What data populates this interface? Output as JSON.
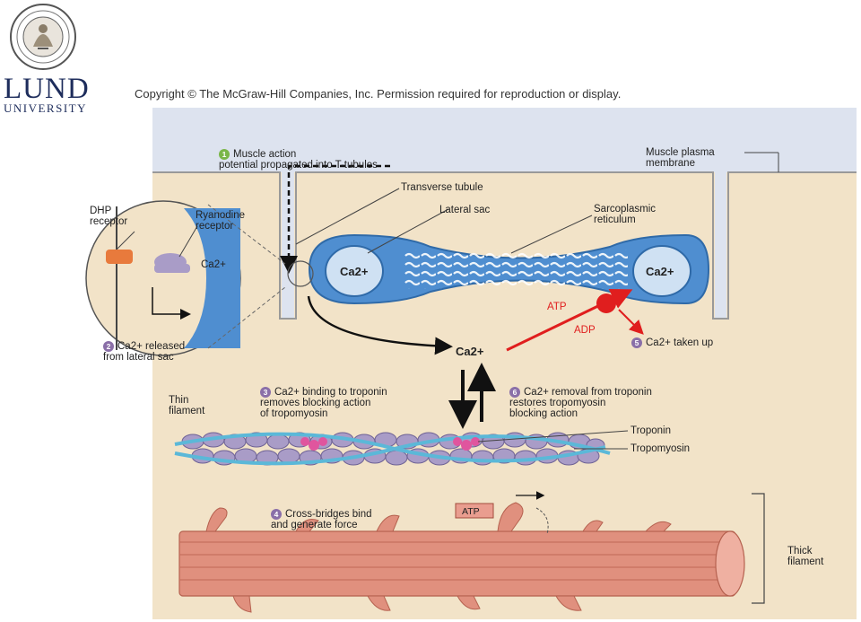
{
  "logo": {
    "word1": "LUND",
    "word2": "UNIVERSITY"
  },
  "copyright": "Copyright © The McGraw-Hill Companies, Inc. Permission required for reproduction or display.",
  "steps": {
    "s1": {
      "num": "1",
      "text": "Muscle action\npotential propagated into T-tubules"
    },
    "s2": {
      "num": "2",
      "text": "Ca2+ released\nfrom lateral sac"
    },
    "s3": {
      "num": "3",
      "text": "Ca2+ binding to troponin\nremoves blocking action\nof tropomyosin"
    },
    "s4": {
      "num": "4",
      "text": "Cross-bridges bind\nand generate force"
    },
    "s5": {
      "num": "5",
      "text": "Ca2+ taken up"
    },
    "s6": {
      "num": "6",
      "text": "Ca2+ removal from troponin\nrestores tropomyosin\nblocking action"
    }
  },
  "labels": {
    "muscle_membrane": "Muscle plasma\nmembrane",
    "transverse_tubule": "Transverse tubule",
    "lateral_sac": "Lateral sac",
    "sarcoplasmic": "Sarcoplasmic\nreticulum",
    "dhp": "DHP\nreceptor",
    "ryanodine": "Ryanodine\nreceptor",
    "thin_filament": "Thin\nfilament",
    "troponin": "Troponin",
    "tropomyosin": "Tropomyosin",
    "thick_filament": "Thick\nfilament",
    "atp1": "ATP",
    "adp": "ADP",
    "atp2": "ATP",
    "ca_main": "Ca2+",
    "ca_left": "Ca2+",
    "ca_right": "Ca2+",
    "ca_inset": "Ca2+"
  },
  "colors": {
    "cytoplasm": "#f2e3c8",
    "extracellular": "#dde3ef",
    "sr_blue": "#4f8ed0",
    "membrane": "#b9b2a4",
    "actin": "#a99cc7",
    "tropomyosin": "#5bb8d8",
    "troponin": "#e0559e",
    "myosin": "#e0907e",
    "atp_red": "#e01e1e",
    "num_green": "#7ab648",
    "num_purple": "#8a6fa8"
  }
}
